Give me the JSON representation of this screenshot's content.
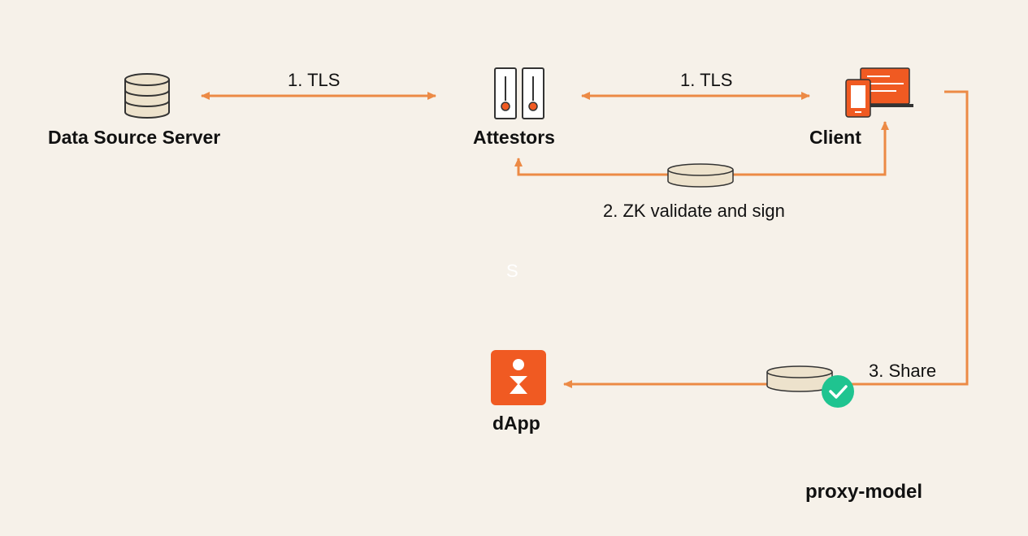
{
  "nodes": {
    "data_source": {
      "label": "Data Source Server",
      "icon": "database-icon"
    },
    "attestors": {
      "label": "Attestors",
      "icon": "server-rack-icon"
    },
    "client": {
      "label": "Client",
      "icon": "devices-icon"
    },
    "dapp": {
      "label": "dApp",
      "icon": "dapp-logo-icon"
    }
  },
  "edges": {
    "tls_left": "1. TLS",
    "tls_right": "1. TLS",
    "zk": "2. ZK validate and sign",
    "share": "3. Share"
  },
  "stray_text": "S",
  "footer": "proxy-model",
  "colors": {
    "background": "#f6f1e9",
    "arrow": "#ec8a45",
    "accent": "#f05a22",
    "check": "#1fc490",
    "token_fill": "#ede2cc",
    "outline": "#333333"
  }
}
